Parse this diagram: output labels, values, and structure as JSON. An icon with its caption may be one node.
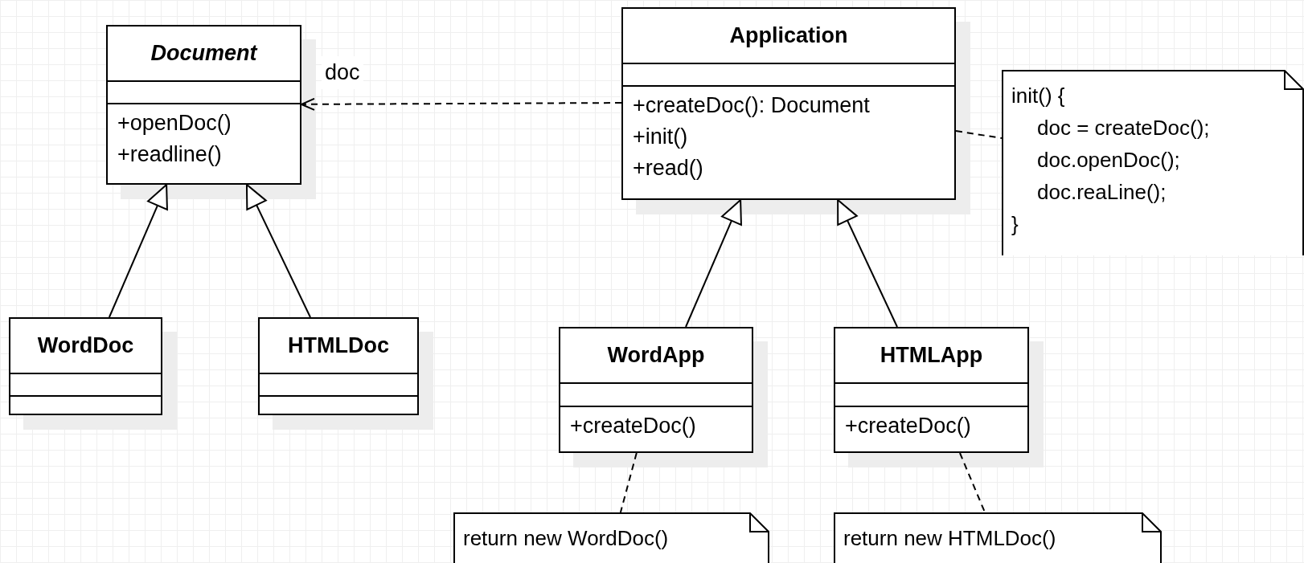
{
  "diagram": {
    "nodes": [
      {
        "text": [
          "Document",
          "+openDoc()",
          "+readline()"
        ]
      },
      {
        "text": [
          "Application",
          "+createDoc(): Document",
          "+init()",
          "+read()"
        ]
      },
      {
        "text": [
          "init() {",
          "doc = createDoc();",
          "doc.openDoc();",
          "doc.reaLine();",
          "}"
        ]
      },
      {
        "text": [
          "WordDoc"
        ]
      },
      {
        "text": [
          "HTMLDoc"
        ]
      },
      {
        "text": [
          "WordApp",
          "+createDoc()"
        ]
      },
      {
        "text": [
          "HTMLApp",
          "+createDoc()"
        ]
      },
      {
        "text": [
          "return new WordDoc()"
        ]
      },
      {
        "text": [
          "return new HTMLDoc()"
        ]
      }
    ],
    "edges": [
      {
        "from": 1,
        "to": 0,
        "arrow": "to",
        "style": "dashed",
        "label": "doc"
      },
      {
        "from": 3,
        "to": 0,
        "arrow": "to"
      },
      {
        "from": 4,
        "to": 0,
        "arrow": "to"
      },
      {
        "from": 5,
        "to": 1,
        "arrow": "to"
      },
      {
        "from": 6,
        "to": 1,
        "arrow": "to"
      },
      {
        "from": 1,
        "to": 2,
        "arrow": "none",
        "style": "dashed"
      },
      {
        "from": 5,
        "to": 7,
        "arrow": "none",
        "style": "dashed"
      },
      {
        "from": 6,
        "to": 8,
        "arrow": "none",
        "style": "dashed"
      }
    ]
  }
}
